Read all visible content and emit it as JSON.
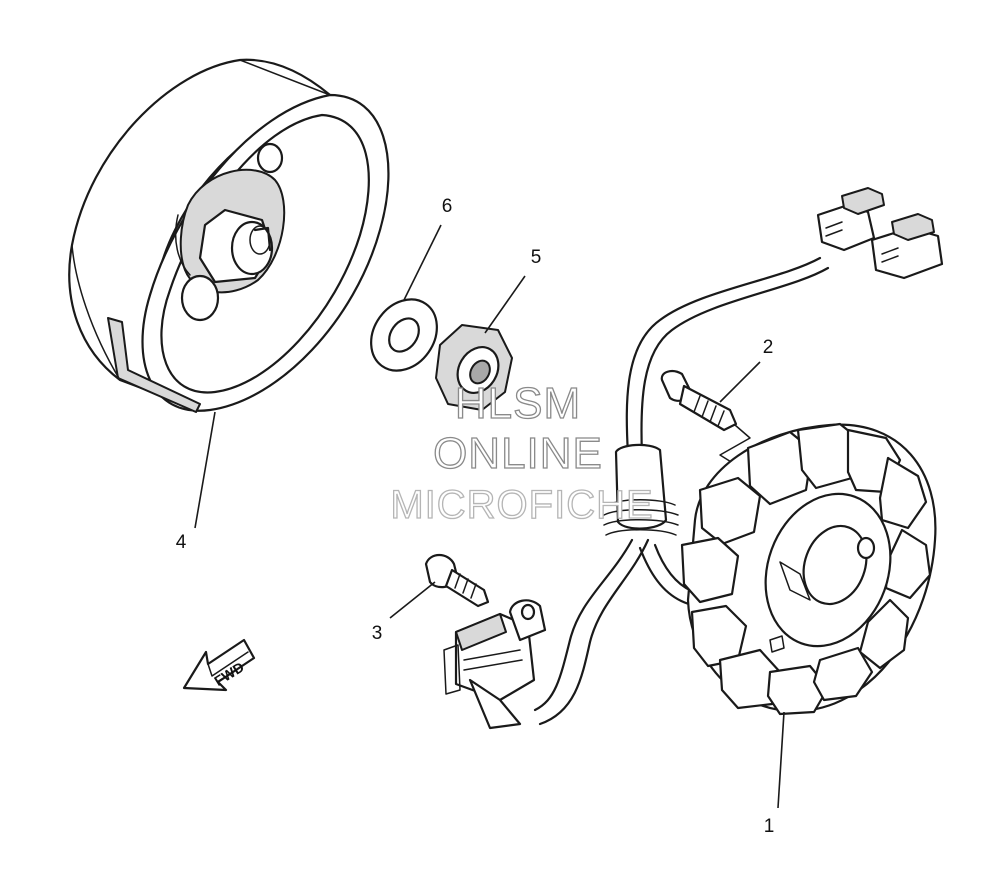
{
  "callouts": [
    {
      "id": "1",
      "label": "1"
    },
    {
      "id": "2",
      "label": "2"
    },
    {
      "id": "3",
      "label": "3"
    },
    {
      "id": "4",
      "label": "4"
    },
    {
      "id": "5",
      "label": "5"
    },
    {
      "id": "6",
      "label": "6"
    }
  ],
  "direction_label": "FWD",
  "watermark": {
    "line1": "HLSM",
    "line2": "ONLINE",
    "line3": "MICROFICHE"
  }
}
